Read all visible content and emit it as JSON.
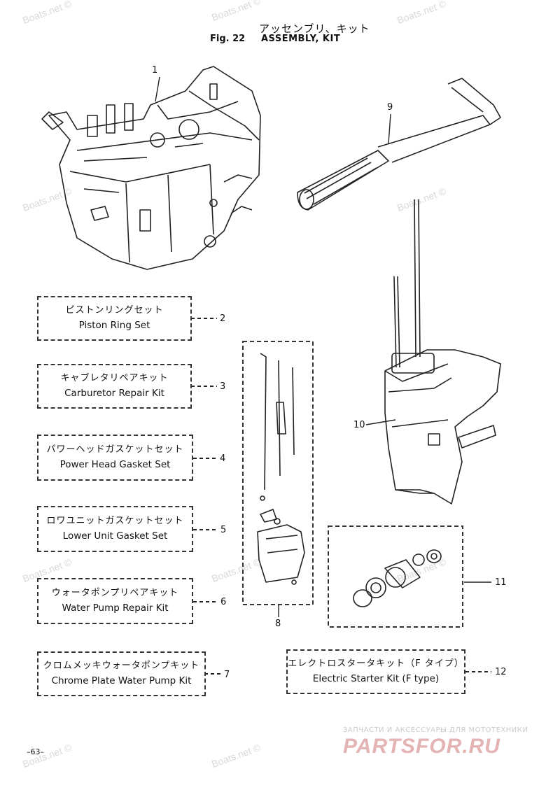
{
  "header": {
    "title_jp": "アッセンブリ、キット",
    "fig_label": "Fig. 22",
    "title_en": "ASSEMBLY, KIT"
  },
  "watermarks": [
    "Boats.net ©",
    "Boats.net ©",
    "Boats.net ©",
    "Boats.net ©",
    "Boats.net ©",
    "Boats.net ©",
    "Boats.net ©",
    "Boats.net ©",
    "Boats.net ©",
    "Boats.net ©"
  ],
  "kits": [
    {
      "jp": "ピストンリングセット",
      "en": "Piston Ring Set",
      "num": "2"
    },
    {
      "jp": "キャブレタリペアキット",
      "en": "Carburetor Repair Kit",
      "num": "3"
    },
    {
      "jp": "パワーヘッドガスケットセット",
      "en": "Power Head Gasket Set",
      "num": "4"
    },
    {
      "jp": "ロワユニットガスケットセット",
      "en": "Lower Unit Gasket Set",
      "num": "5"
    },
    {
      "jp": "ウォータポンプリペアキット",
      "en": "Water Pump Repair Kit",
      "num": "6"
    },
    {
      "jp": "クロムメッキウォータポンプキット",
      "en": "Chrome Plate Water  Pump Kit",
      "num": "7"
    },
    {
      "jp": "エレクトロスタータキット（F タイプ）",
      "en": "Electric Starter Kit (F type)",
      "num": "12"
    }
  ],
  "callouts": {
    "c1": "1",
    "c8": "8",
    "c9": "9",
    "c10": "10",
    "c11": "11"
  },
  "footer": {
    "page": "–63–",
    "brand_sub": "ЗАПЧАСТИ И АКСЕССУАРЫ ДЛЯ МОТОТЕХНИКИ",
    "brand_logo": "PARTSFOR.RU"
  }
}
